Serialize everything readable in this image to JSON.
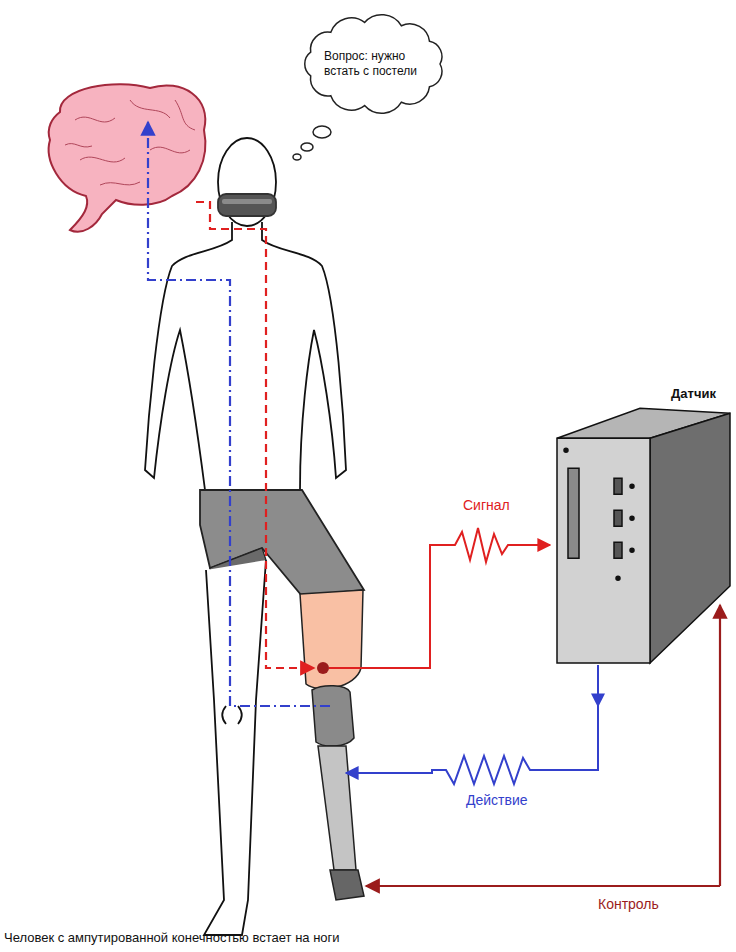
{
  "diagram": {
    "caption": "Человек с ампутированной конечностью встает на ноги",
    "nodes": [
      {
        "text": [
          "Вопрос: нужно встать с постели"
        ]
      },
      {
        "text": [
          "Датчик"
        ]
      }
    ],
    "labels": [
      "Сигнал",
      "Действие",
      "Контроль"
    ]
  }
}
